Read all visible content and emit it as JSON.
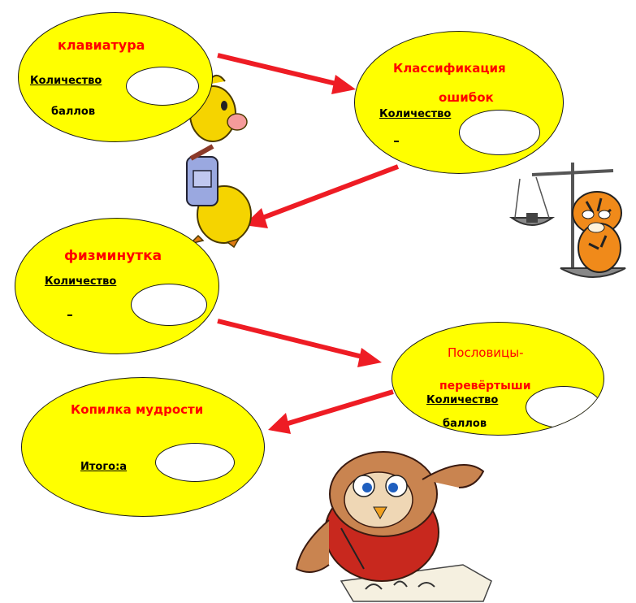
{
  "nodes": {
    "keyboard": {
      "title": "клавиатура",
      "label": "Количество",
      "sublabel": "баллов"
    },
    "classification": {
      "title_line1": "Классификация",
      "title_line2": "ошибок",
      "label": "Количество"
    },
    "physminute": {
      "title": "физминутка",
      "label": "Количество"
    },
    "proverbs": {
      "title_line1": "Пословицы-",
      "title_line2": "перевёртыши",
      "label": "Количество",
      "sublabel": "баллов"
    },
    "wisdom": {
      "title": "Копилка мудрости",
      "label": "Итого:а"
    }
  },
  "colors": {
    "node_fill": "#ffff00",
    "title": "#ff0000",
    "arrow": "#ee1c24"
  },
  "illustrations": [
    "duckling-with-backpack",
    "tiger-with-scales",
    "owl-writing"
  ]
}
